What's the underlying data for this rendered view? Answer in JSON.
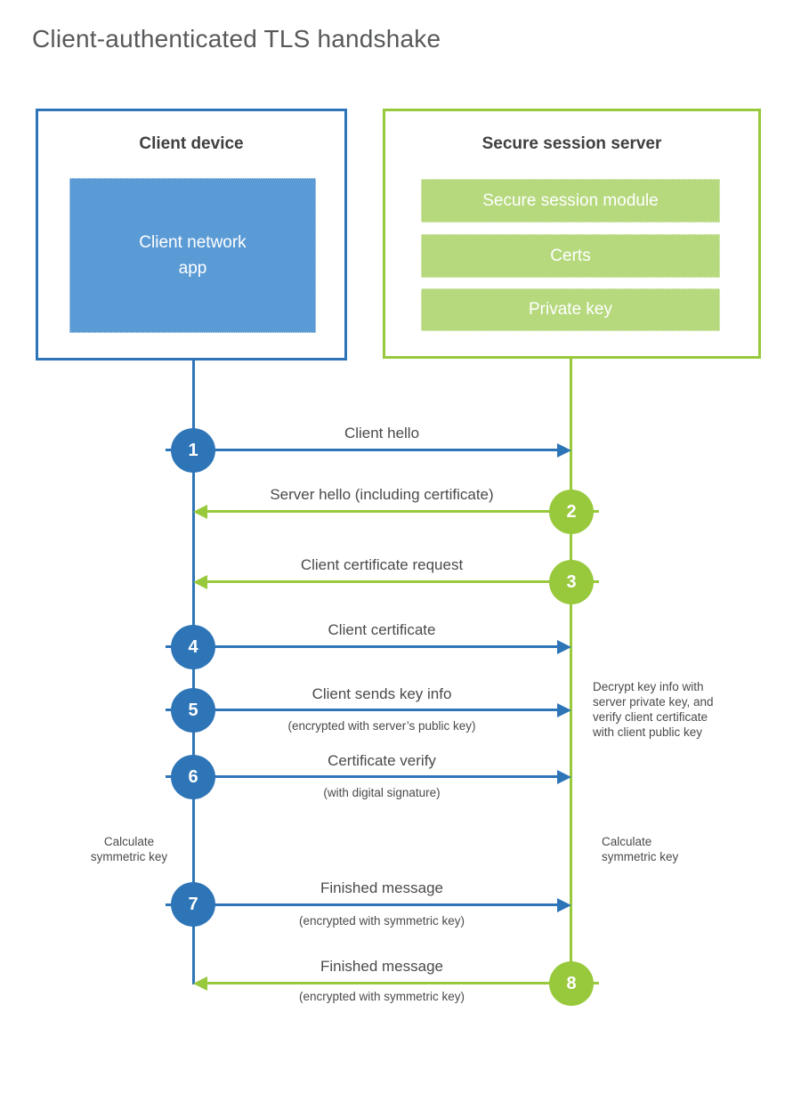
{
  "title": "Client-authenticated TLS handshake",
  "colors": {
    "blue_stroke": "#2e75b8",
    "blue_fill": "#5b9bd5",
    "green_stroke": "#98c93c",
    "green_fill": "#b6d97e",
    "text_dark": "#3f3f3f",
    "text_label": "#4a4a4a",
    "title_gray": "#58595b"
  },
  "client": {
    "title": "Client device",
    "app_label": "Client network\napp"
  },
  "server": {
    "title": "Secure session server",
    "modules": [
      "Secure session module",
      "Certs",
      "Private key"
    ]
  },
  "steps": [
    {
      "number": "1",
      "from": "client",
      "direction": "right",
      "label": "Client hello"
    },
    {
      "number": "2",
      "from": "server",
      "direction": "left",
      "label": "Server hello (including certificate)"
    },
    {
      "number": "3",
      "from": "server",
      "direction": "left",
      "label": "Client certificate request"
    },
    {
      "number": "4",
      "from": "client",
      "direction": "right",
      "label": "Client certificate"
    },
    {
      "number": "5",
      "from": "client",
      "direction": "right",
      "label": "Client sends key info",
      "sublabel": "(encrypted with server’s public key)"
    },
    {
      "number": "6",
      "from": "client",
      "direction": "right",
      "label": "Certificate verify",
      "sublabel": "(with digital signature)"
    },
    {
      "number": "7",
      "from": "client",
      "direction": "right",
      "label": "Finished message",
      "sublabel": "(encrypted with symmetric key)"
    },
    {
      "number": "8",
      "from": "server",
      "direction": "left",
      "label": "Finished message",
      "sublabel": "(encrypted with symmetric key)"
    }
  ],
  "notes": {
    "decrypt_note": "Decrypt key info with\nserver private key, and\nverify client certificate\nwith client public key",
    "calculate_left": "Calculate\nsymmetric key",
    "calculate_right": "Calculate\nsymmetric key"
  }
}
